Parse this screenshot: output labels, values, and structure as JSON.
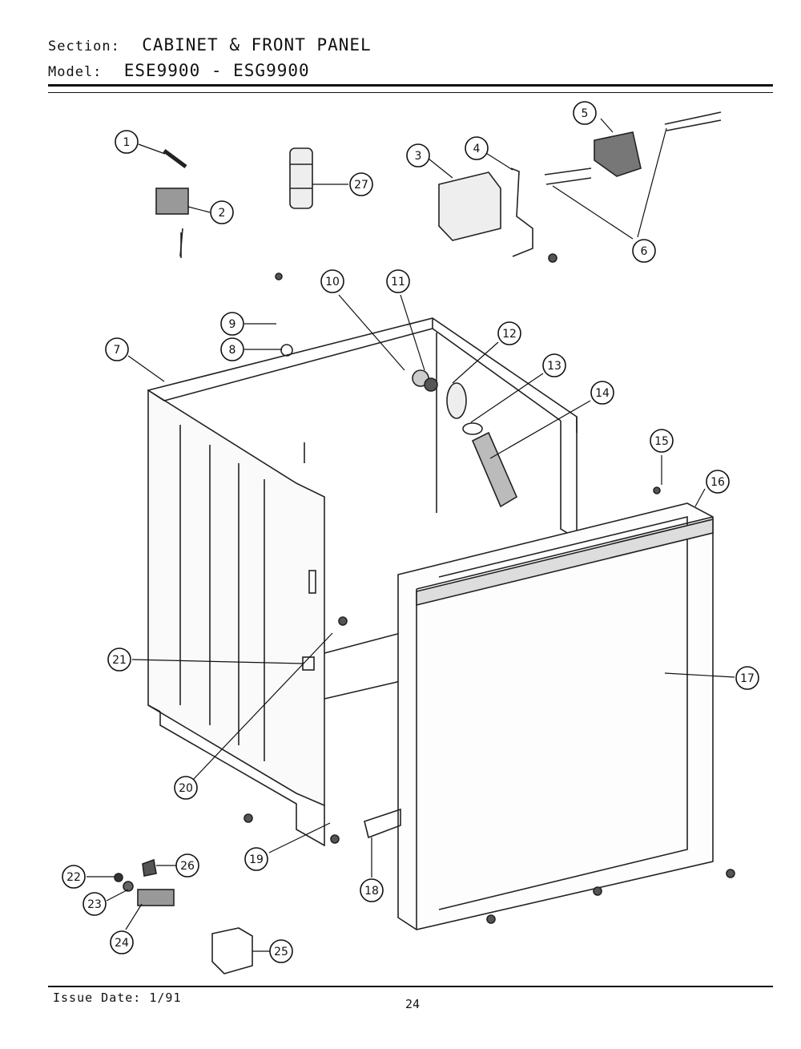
{
  "header": {
    "section_label": "Section:",
    "section_value": "CABINET & FRONT PANEL",
    "model_label": "Model:",
    "model_value": "ESE9900 - ESG9900"
  },
  "callouts": [
    "1",
    "2",
    "3",
    "4",
    "5",
    "6",
    "7",
    "8",
    "9",
    "10",
    "11",
    "12",
    "13",
    "14",
    "15",
    "16",
    "17",
    "18",
    "19",
    "20",
    "21",
    "22",
    "23",
    "24",
    "25",
    "26",
    "27"
  ],
  "footer": {
    "issue_date": "Issue Date: 1/91",
    "page_number": "24"
  }
}
